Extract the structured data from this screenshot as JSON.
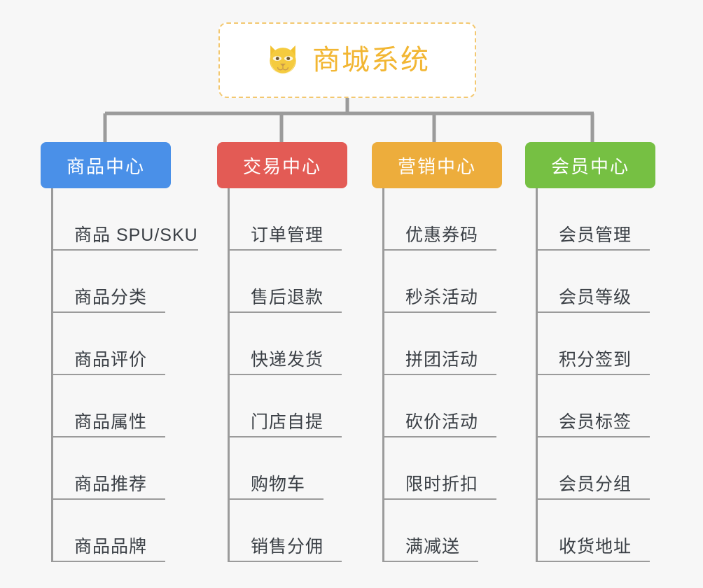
{
  "page": {
    "background_color": "#f7f7f7",
    "title": "商城系统"
  },
  "root": {
    "label": "商城系统",
    "icon": "shiba-dog-face-icon",
    "text_color": "#f2b632",
    "border_color": "#f3c870",
    "background_color": "#ffffff"
  },
  "connector": {
    "color": "#9b9b9b"
  },
  "columns": [
    {
      "id": "product-center",
      "label": "商品中心",
      "color": "#4a90e8",
      "items": [
        "商品 SPU/SKU",
        "商品分类",
        "商品评价",
        "商品属性",
        "商品推荐",
        "商品品牌"
      ]
    },
    {
      "id": "trade-center",
      "label": "交易中心",
      "color": "#e35b55",
      "items": [
        "订单管理",
        "售后退款",
        "快递发货",
        "门店自提",
        "购物车",
        "销售分佣"
      ]
    },
    {
      "id": "marketing-center",
      "label": "营销中心",
      "color": "#edad3c",
      "items": [
        "优惠券码",
        "秒杀活动",
        "拼团活动",
        "砍价活动",
        "限时折扣",
        "满减送"
      ]
    },
    {
      "id": "member-center",
      "label": "会员中心",
      "color": "#76c043",
      "items": [
        "会员管理",
        "会员等级",
        "积分签到",
        "会员标签",
        "会员分组",
        "收货地址"
      ]
    }
  ]
}
